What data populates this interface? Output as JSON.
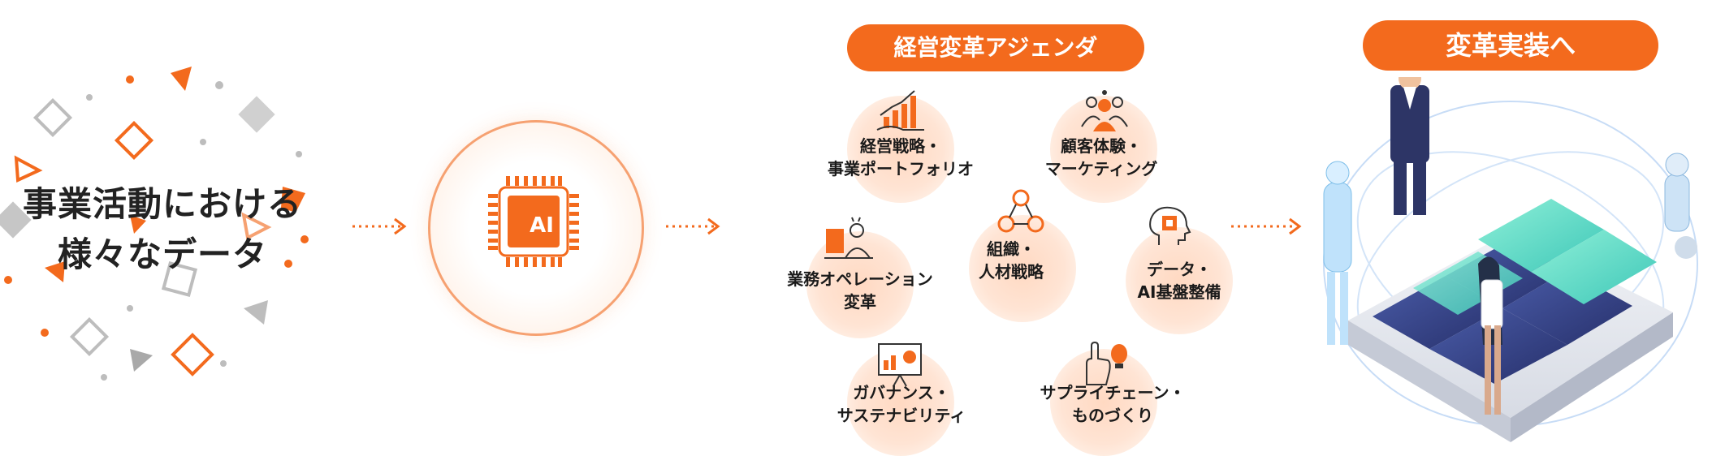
{
  "left_block": {
    "text_line1": "事業活動における",
    "text_line2": "様々なデータ"
  },
  "ai_chip": {
    "label": "AI"
  },
  "agenda": {
    "header": "経営変革アジェンダ",
    "items": [
      {
        "label": "経営戦略・\n事業ポートフォリオ",
        "icon": "growth-chart-icon"
      },
      {
        "label": "顧客体験・\nマーケティング",
        "icon": "customer-group-icon"
      },
      {
        "label": "組織・\n人材戦略",
        "icon": "org-network-icon"
      },
      {
        "label": "業務オペレーション\n変革",
        "icon": "office-worker-icon"
      },
      {
        "label": "データ・\nAI基盤整備",
        "icon": "ai-brain-icon"
      },
      {
        "label": "ガバナンス・\nサステナビリティ",
        "icon": "presentation-board-icon"
      },
      {
        "label": "サプライチェーン・\nものづくり",
        "icon": "idea-hand-icon"
      }
    ]
  },
  "implementation": {
    "header": "変革実装へ"
  },
  "colors": {
    "accent": "#f36a1d",
    "accent_light": "#ffd9c2",
    "text": "#1a1a1a",
    "grey_shape": "#c8c8c8"
  }
}
